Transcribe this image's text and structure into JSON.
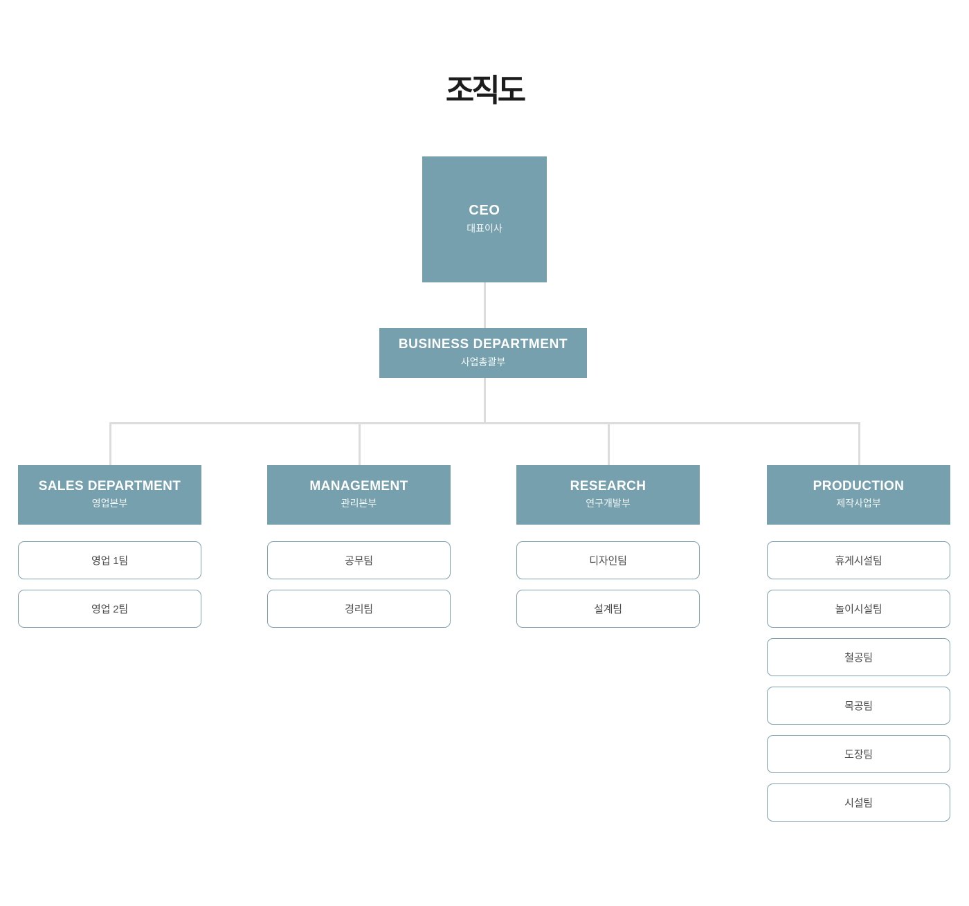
{
  "page": {
    "title": "조직도",
    "background": "#ffffff"
  },
  "colors": {
    "node_fill": "#76A0AD",
    "node_text": "#ffffff",
    "connector": "#dcdcdc",
    "team_border": "#7FA0AE",
    "team_text": "#4b4b4b",
    "title_text": "#1c1c1c"
  },
  "chart_data": {
    "type": "diagram",
    "diagram_type": "organization-chart",
    "title": "조직도",
    "root": {
      "title_en": "CEO",
      "title_ko": "대표이사"
    },
    "level2": {
      "title_en": "BUSINESS DEPARTMENT",
      "title_ko": "사업총괄부"
    },
    "departments": [
      {
        "title_en": "SALES DEPARTMENT",
        "title_ko": "영업본부",
        "teams": [
          "영업 1팀",
          "영업 2팀"
        ]
      },
      {
        "title_en": "MANAGEMENT",
        "title_ko": "관리본부",
        "teams": [
          "공무팀",
          "경리팀"
        ]
      },
      {
        "title_en": "RESEARCH",
        "title_ko": "연구개발부",
        "teams": [
          "디자인팀",
          "설계팀"
        ]
      },
      {
        "title_en": "PRODUCTION",
        "title_ko": "제작사업부",
        "teams": [
          "휴게시설팀",
          "놀이시설팀",
          "철공팀",
          "목공팀",
          "도장팀",
          "시설팀"
        ]
      }
    ]
  }
}
